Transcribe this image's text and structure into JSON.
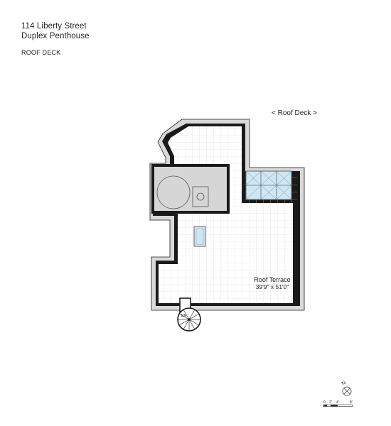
{
  "header": {
    "address": "114 Liberty Street",
    "unit": "Duplex Penthouse",
    "level": "ROOF DECK"
  },
  "navigation": {
    "label": "< Roof Deck >"
  },
  "plan": {
    "rooms": [
      {
        "name": "Roof Terrace",
        "dimensions": "39'9\" x 51'0\""
      }
    ],
    "stair_label": "DN"
  },
  "scale_bar": {
    "ticks": [
      "0",
      "2'",
      "4'",
      "8'"
    ]
  },
  "compass": {
    "label": "N"
  },
  "colors": {
    "wall": "#1a1a1a",
    "outer_band": "#d9d9d9",
    "mech_fill": "#d6d6d6",
    "grid": "#d2d2d2",
    "skylight": "#cde7f5"
  }
}
